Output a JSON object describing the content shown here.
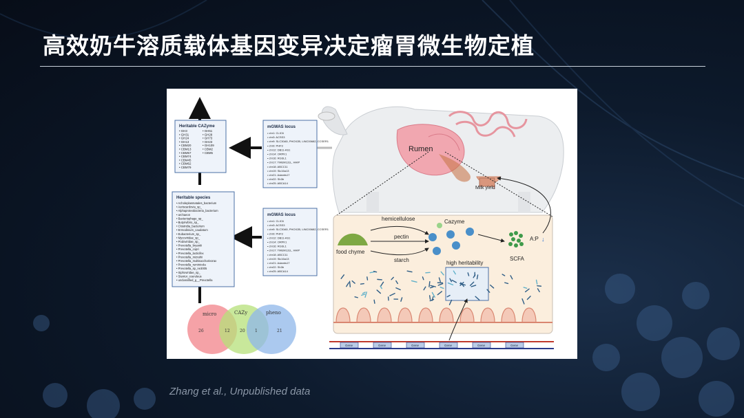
{
  "slide": {
    "title": "高效奶牛溶质载体基因变异决定瘤胃微生物定植",
    "citation": "Zhang et al., Unpublished data"
  },
  "colors": {
    "accent_dark": "#1b2a44",
    "box_border": "#4a6fa5",
    "venn_micro": "#f2838a",
    "venn_cazy": "#b6e07a",
    "venn_pheno": "#8fb7ea",
    "rumen_panel": "#fbeedd",
    "title": "#ffffff"
  },
  "diagram": {
    "cazyme_box": {
      "title": "Heritable CAZyme",
      "col1": [
        "GH3",
        "GH31",
        "GH24",
        "GH13",
        "CBM20",
        "CBM13",
        "CBM57",
        "CBM74",
        "CBM45",
        "CBM62",
        "CBM79"
      ],
      "col2": [
        "GH51",
        "GH28",
        "GH73",
        "GH23",
        "GH109",
        "CBM2",
        "CBM5"
      ]
    },
    "mgwas_locus_top": {
      "title": "mGWAS locus",
      "items": [
        "chr1: CLIC6",
        "chr3: ACSS3",
        "chr9: SLC30A5, PHOX2B, LINC00682, CCSER1",
        "chr9: PHF3",
        "chr12: DB11-AS1",
        "chr14: ORPK1",
        "chr16: RGSL1",
        "chr17: TMEM131L, HHIP",
        "chr18: ABCC11",
        "chr19: Slc16a13",
        "chr21: Adamts17",
        "chr22: Sh3b",
        "chr25: ABCA14"
      ]
    },
    "species_box": {
      "title": "Heritable species",
      "items": [
        "Acholeplasmatales_bacterium",
        "Aeriscardovia_sp_",
        "Alphaproteobacteria_bacterium",
        "archaeon",
        "Bacteriophage_sp_",
        "Butyrivibrio_sp_",
        "Clostridia_bacterium",
        "Ermodinium_caudatum",
        "Eubacterium_sp_",
        "Mycoviridae_sp_",
        "Podoviridae_sp_",
        "Prevotella_bryantii",
        "Prevotella_copri",
        "Prevotella_lacticifex",
        "Prevotella_mizrahii",
        "Prevotella_multisaccharivorax",
        "Prevotella_ruminicola",
        "Prevotella_sp_ne3005",
        "Siphoviridae_sp_",
        "Stentor_coeruleus",
        "unclassified_g__Prevotella"
      ]
    },
    "mgwas_locus_bottom": {
      "title": "mGWAS locus",
      "items": [
        "chr1: CLIC6",
        "chr3: ACSS3",
        "chr9: SLC30A5, PHOX2B, LINC00682, CCSER1",
        "chr9: PHF3",
        "chr12: DB11-AS1",
        "chr14: ORPK1",
        "chr16: RGSL1",
        "chr17: TMEM131L, HHIP",
        "chr18: ABCC11",
        "chr19: Slc16a13",
        "chr21: Adamts17",
        "chr22: Sh3b",
        "chr25: ABCA14"
      ]
    },
    "venn": {
      "labels": [
        "micro",
        "CAZy",
        "pheno"
      ],
      "counts": [
        "26",
        "12",
        "20",
        "1",
        "21"
      ]
    },
    "cow_labels": {
      "rumen": "Rumen",
      "milk_yield": "Milk yield"
    },
    "pathway": {
      "food": "food chyme",
      "hemicellulose": "hemicellulose",
      "pectin": "pectin",
      "starch": "starch",
      "cazyme": "Cazyme",
      "high_heritability": "high heritability",
      "scfa": "SCFA",
      "ap_ratio": "A:P",
      "gene": "Gene"
    }
  }
}
